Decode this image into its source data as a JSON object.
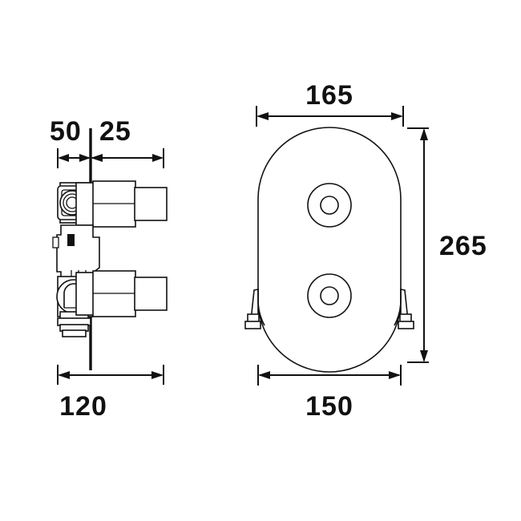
{
  "drawing": {
    "title": "Concealed shower valve dimensional drawing",
    "units": "mm",
    "background_color": "#ffffff",
    "line_color": "#111111"
  },
  "views": {
    "side": {
      "name": "side-elevation-view",
      "description": "Side section view of concealed valve body with wall line"
    },
    "front": {
      "name": "front-elevation-view",
      "description": "Front view of oval face plate with two control knobs"
    }
  },
  "dimensions": {
    "side_projection": {
      "label": "50",
      "name": "dimension-50"
    },
    "side_recess": {
      "label": "25",
      "name": "dimension-25"
    },
    "side_total_depth": {
      "label": "120",
      "name": "dimension-120"
    },
    "front_width_outer": {
      "label": "165",
      "name": "dimension-165"
    },
    "front_width_inner": {
      "label": "150",
      "name": "dimension-150"
    },
    "front_height": {
      "label": "265",
      "name": "dimension-265"
    }
  },
  "controls": [
    {
      "name": "upper-control-knob",
      "position": "upper"
    },
    {
      "name": "lower-control-knob",
      "position": "lower"
    }
  ],
  "outlets": [
    {
      "name": "left-outlet-nozzle",
      "side": "left"
    },
    {
      "name": "right-outlet-nozzle",
      "side": "right"
    }
  ]
}
